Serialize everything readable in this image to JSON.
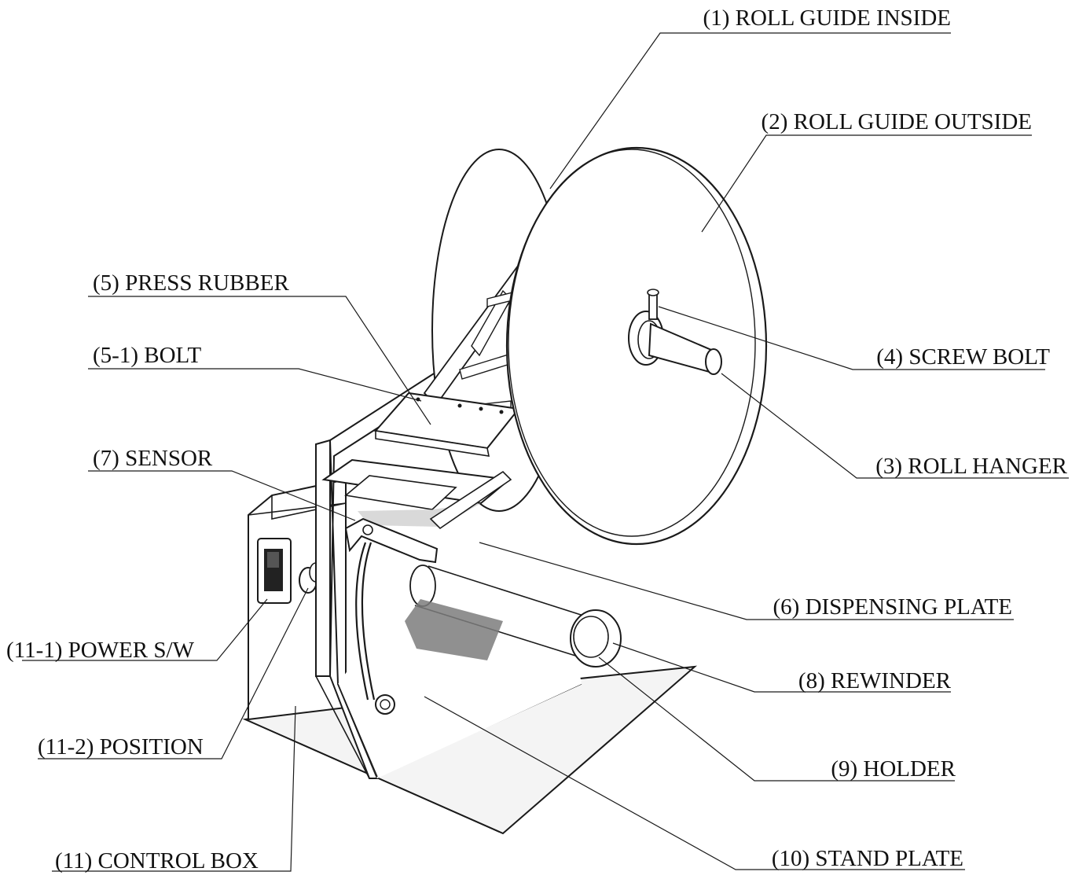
{
  "labels": {
    "roll_guide_inside": "(1) ROLL GUIDE INSIDE",
    "roll_guide_outside": "(2) ROLL GUIDE OUTSIDE",
    "roll_hanger": "(3) ROLL HANGER",
    "screw_bolt": "(4) SCREW BOLT",
    "press_rubber": "(5) PRESS RUBBER",
    "bolt": "(5-1) BOLT",
    "dispensing_plate": "(6) DISPENSING PLATE",
    "sensor": "(7) SENSOR",
    "rewinder": "(8) REWINDER",
    "holder": "(9) HOLDER",
    "stand_plate": "(10) STAND PLATE",
    "control_box": "(11) CONTROL BOX",
    "power_switch": "(11-1) POWER S/W",
    "position": "(11-2) POSITION"
  }
}
